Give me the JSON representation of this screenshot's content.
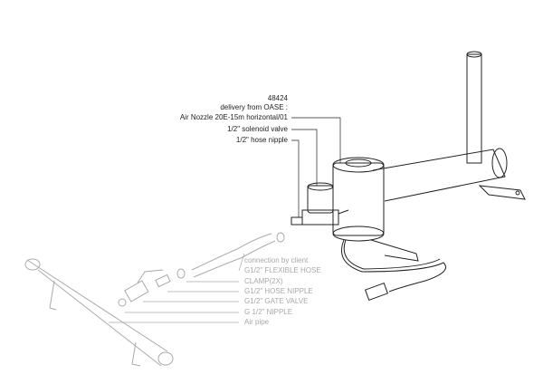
{
  "oase_delivery": {
    "article_number": "48424",
    "heading": "delivery from OASE :",
    "items": [
      "Air Nozzle 20E-15m horizontal/01",
      "1/2\" solenoid valve",
      "1/2\" hose nipple"
    ]
  },
  "client_connection": {
    "heading": "connection by client",
    "items": [
      "G1/2\" FLEXIBLE HOSE",
      "CLAMP(2X)",
      "G1/2\" HOSE NIPPLE",
      "G1/2\" GATE VALVE",
      "G 1/2\" NIPPLE",
      "Air pipe"
    ]
  },
  "colors": {
    "oase_line": "#222222",
    "client_line": "#a8a8a8"
  }
}
